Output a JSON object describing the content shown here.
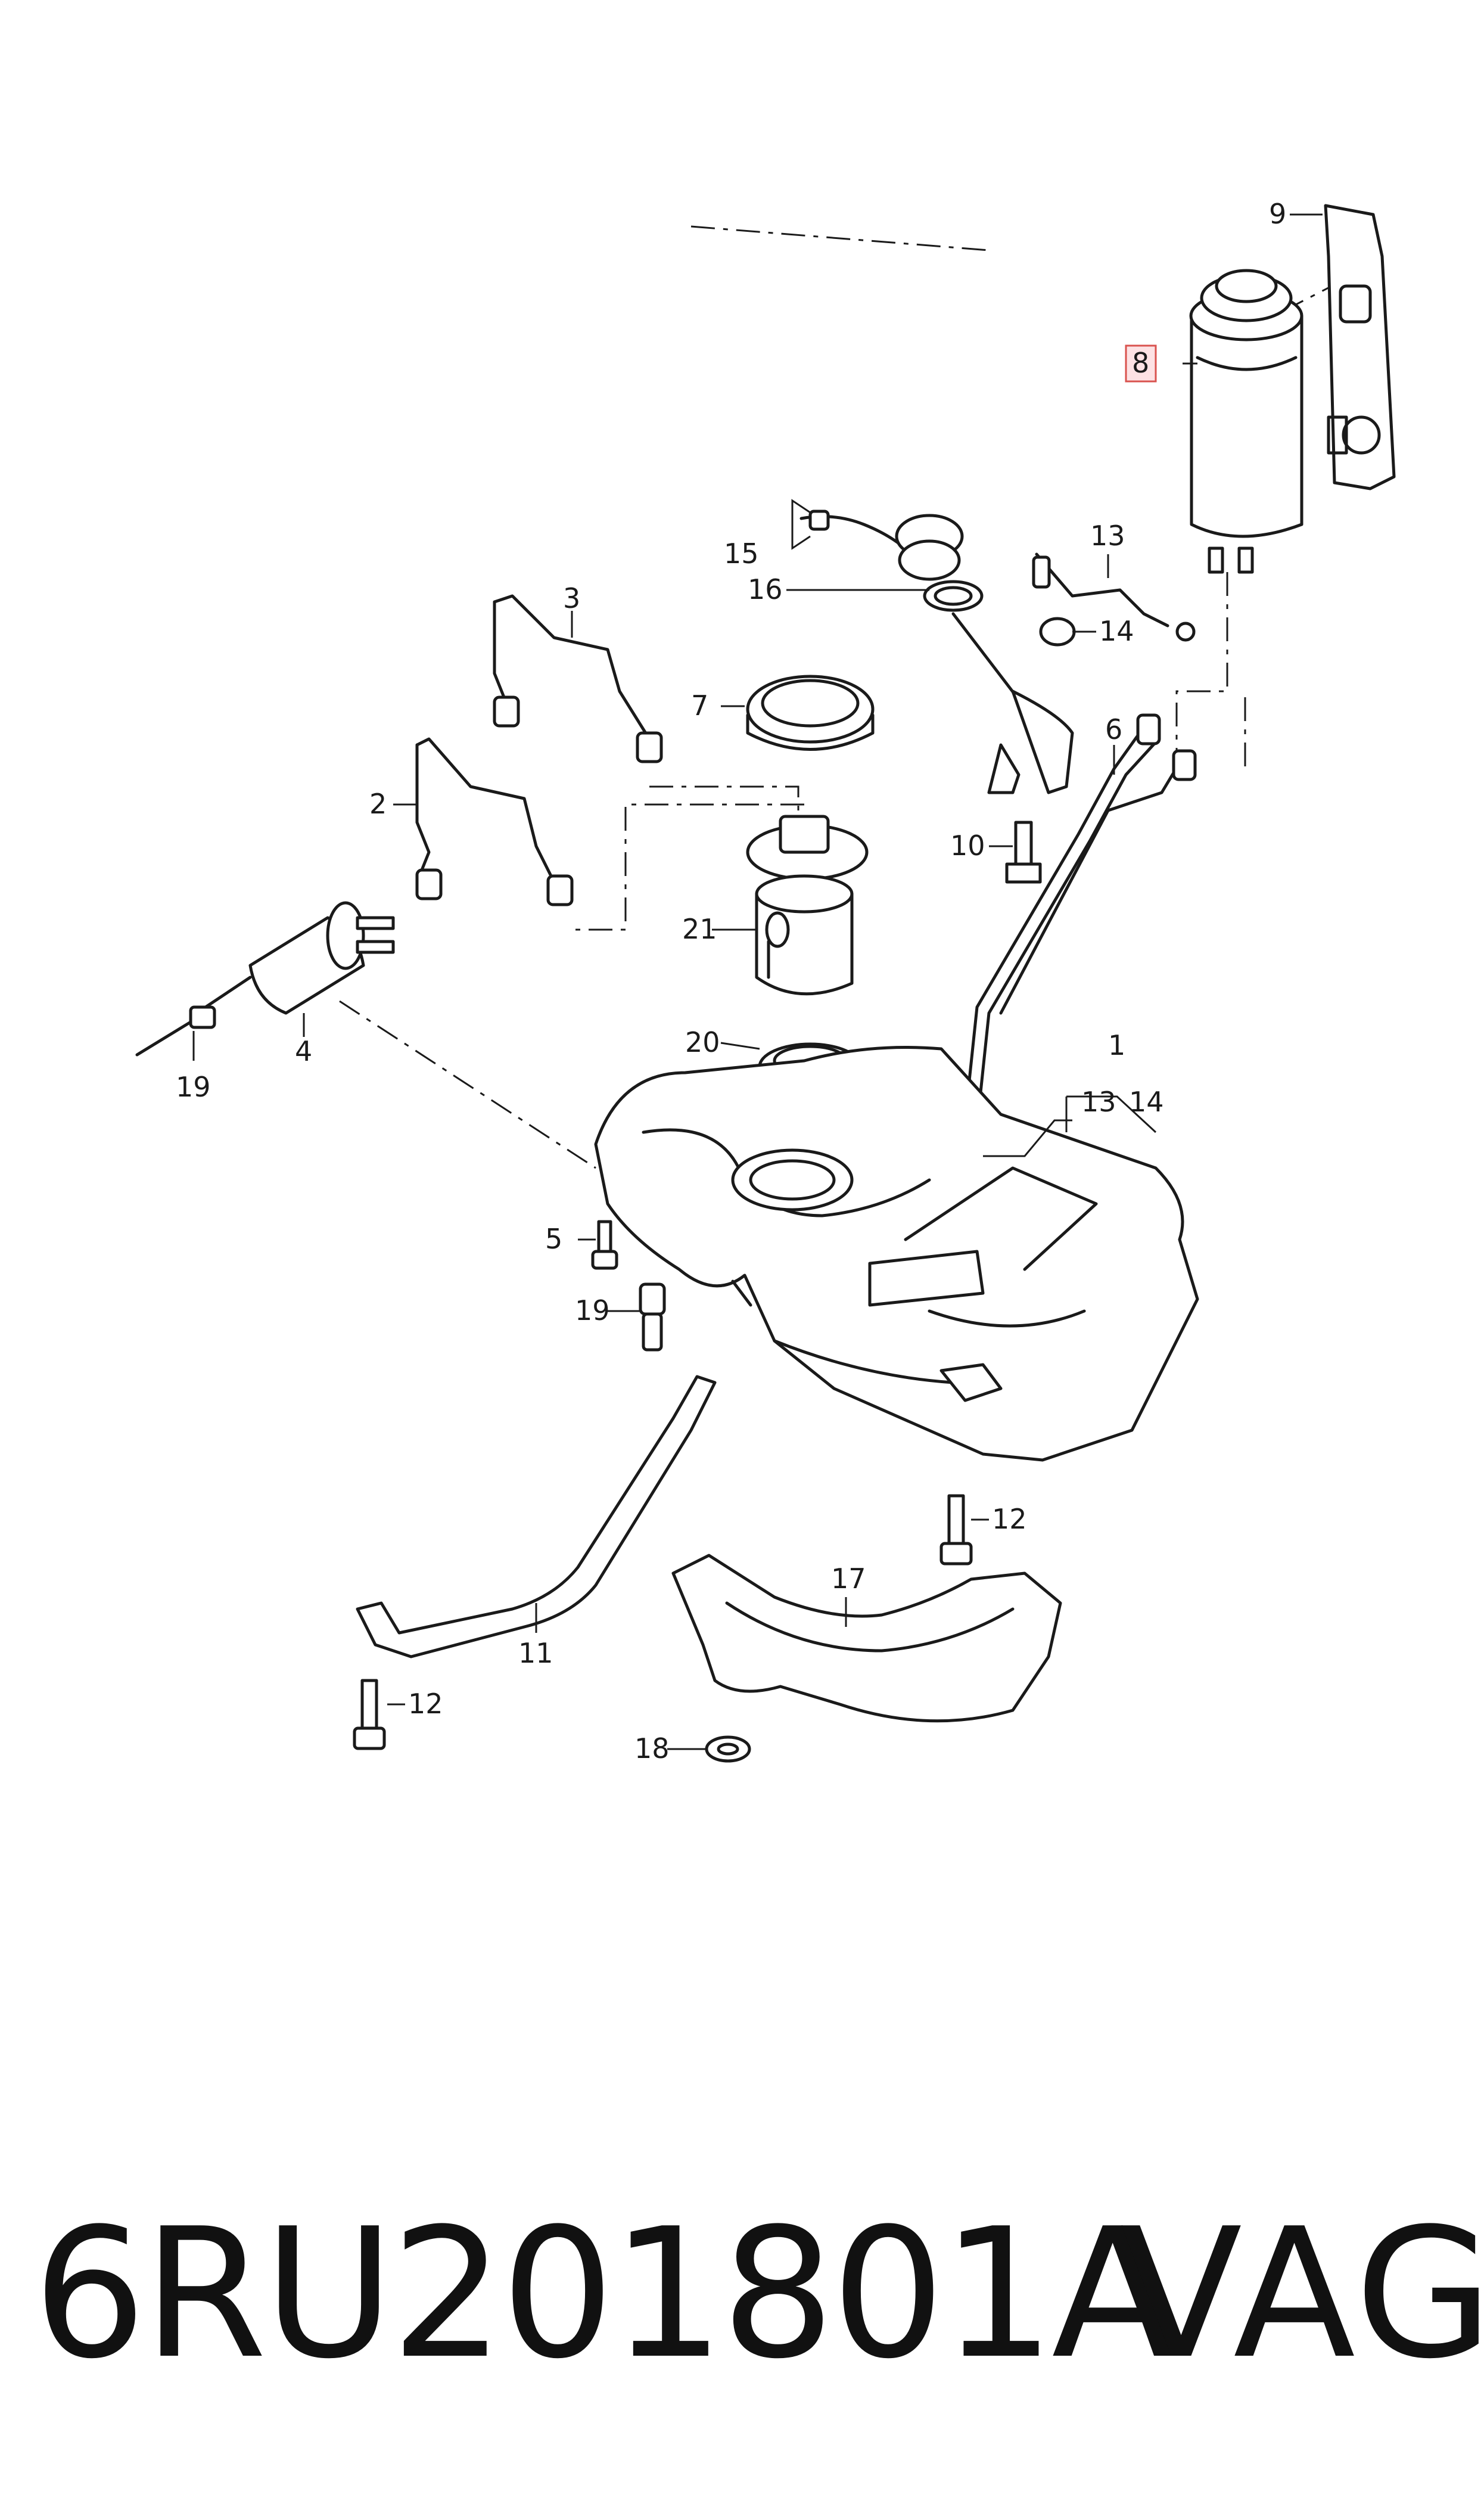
{
  "footer": {
    "part_number": "6RU201801A",
    "brand": "VAG"
  },
  "callouts": {
    "c1": "1",
    "c1_sub_a": "13",
    "c1_sub_b": "14",
    "c2": "2",
    "c3": "3",
    "c4": "4",
    "c5": "5",
    "c6": "6",
    "c7": "7",
    "c8": "8",
    "c9": "9",
    "c10": "10",
    "c11": "11",
    "c12a": "12",
    "c12b": "12",
    "c13": "13",
    "c14": "14",
    "c15": "15",
    "c16": "16",
    "c17": "17",
    "c18": "18",
    "c19a": "19",
    "c19b": "19",
    "c20": "20",
    "c21": "21"
  },
  "highlight": {
    "callout": "8",
    "fill_color": "#fde2e4",
    "border_color": "#d9534f"
  }
}
